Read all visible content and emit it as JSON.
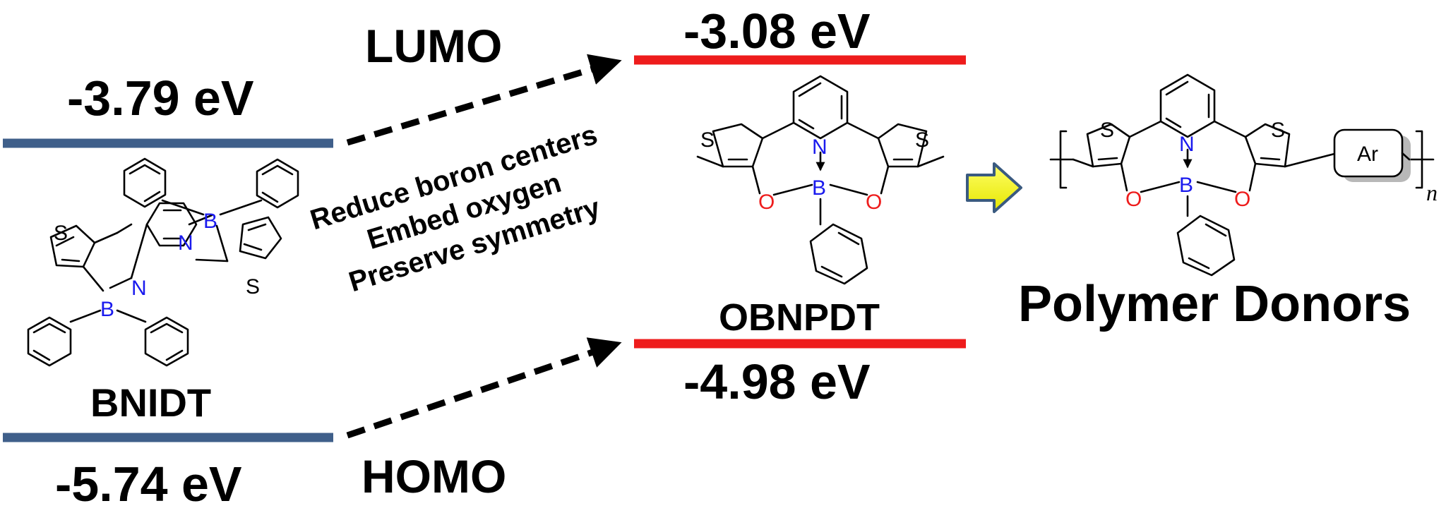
{
  "diagram": {
    "left_lumo_energy": "-3.79 eV",
    "left_homo_energy": "-5.74 eV",
    "left_molecule_name": "BNIDT",
    "lumo_label": "LUMO",
    "homo_label": "HOMO",
    "right_lumo_energy": "-3.08 eV",
    "right_homo_energy": "-4.98 eV",
    "right_molecule_name": "OBNPDT",
    "strategy_lines": [
      "Reduce boron centers",
      "Embed oxygen",
      "Preserve symmetry"
    ],
    "product_label": "Polymer Donors",
    "repeat_unit_group": "Ar",
    "repeat_subscript": "n",
    "atoms": {
      "S": "S",
      "N": "N",
      "B": "B",
      "O": "O"
    },
    "colors": {
      "left_level": "#3f5f8a",
      "right_level": "#ee1c1c",
      "nitrogen_boron": "#1a1aee",
      "oxygen": "#ee1c1c",
      "big_arrow_fill": "#ffff00",
      "big_arrow_stroke": "#3a5a80"
    }
  }
}
